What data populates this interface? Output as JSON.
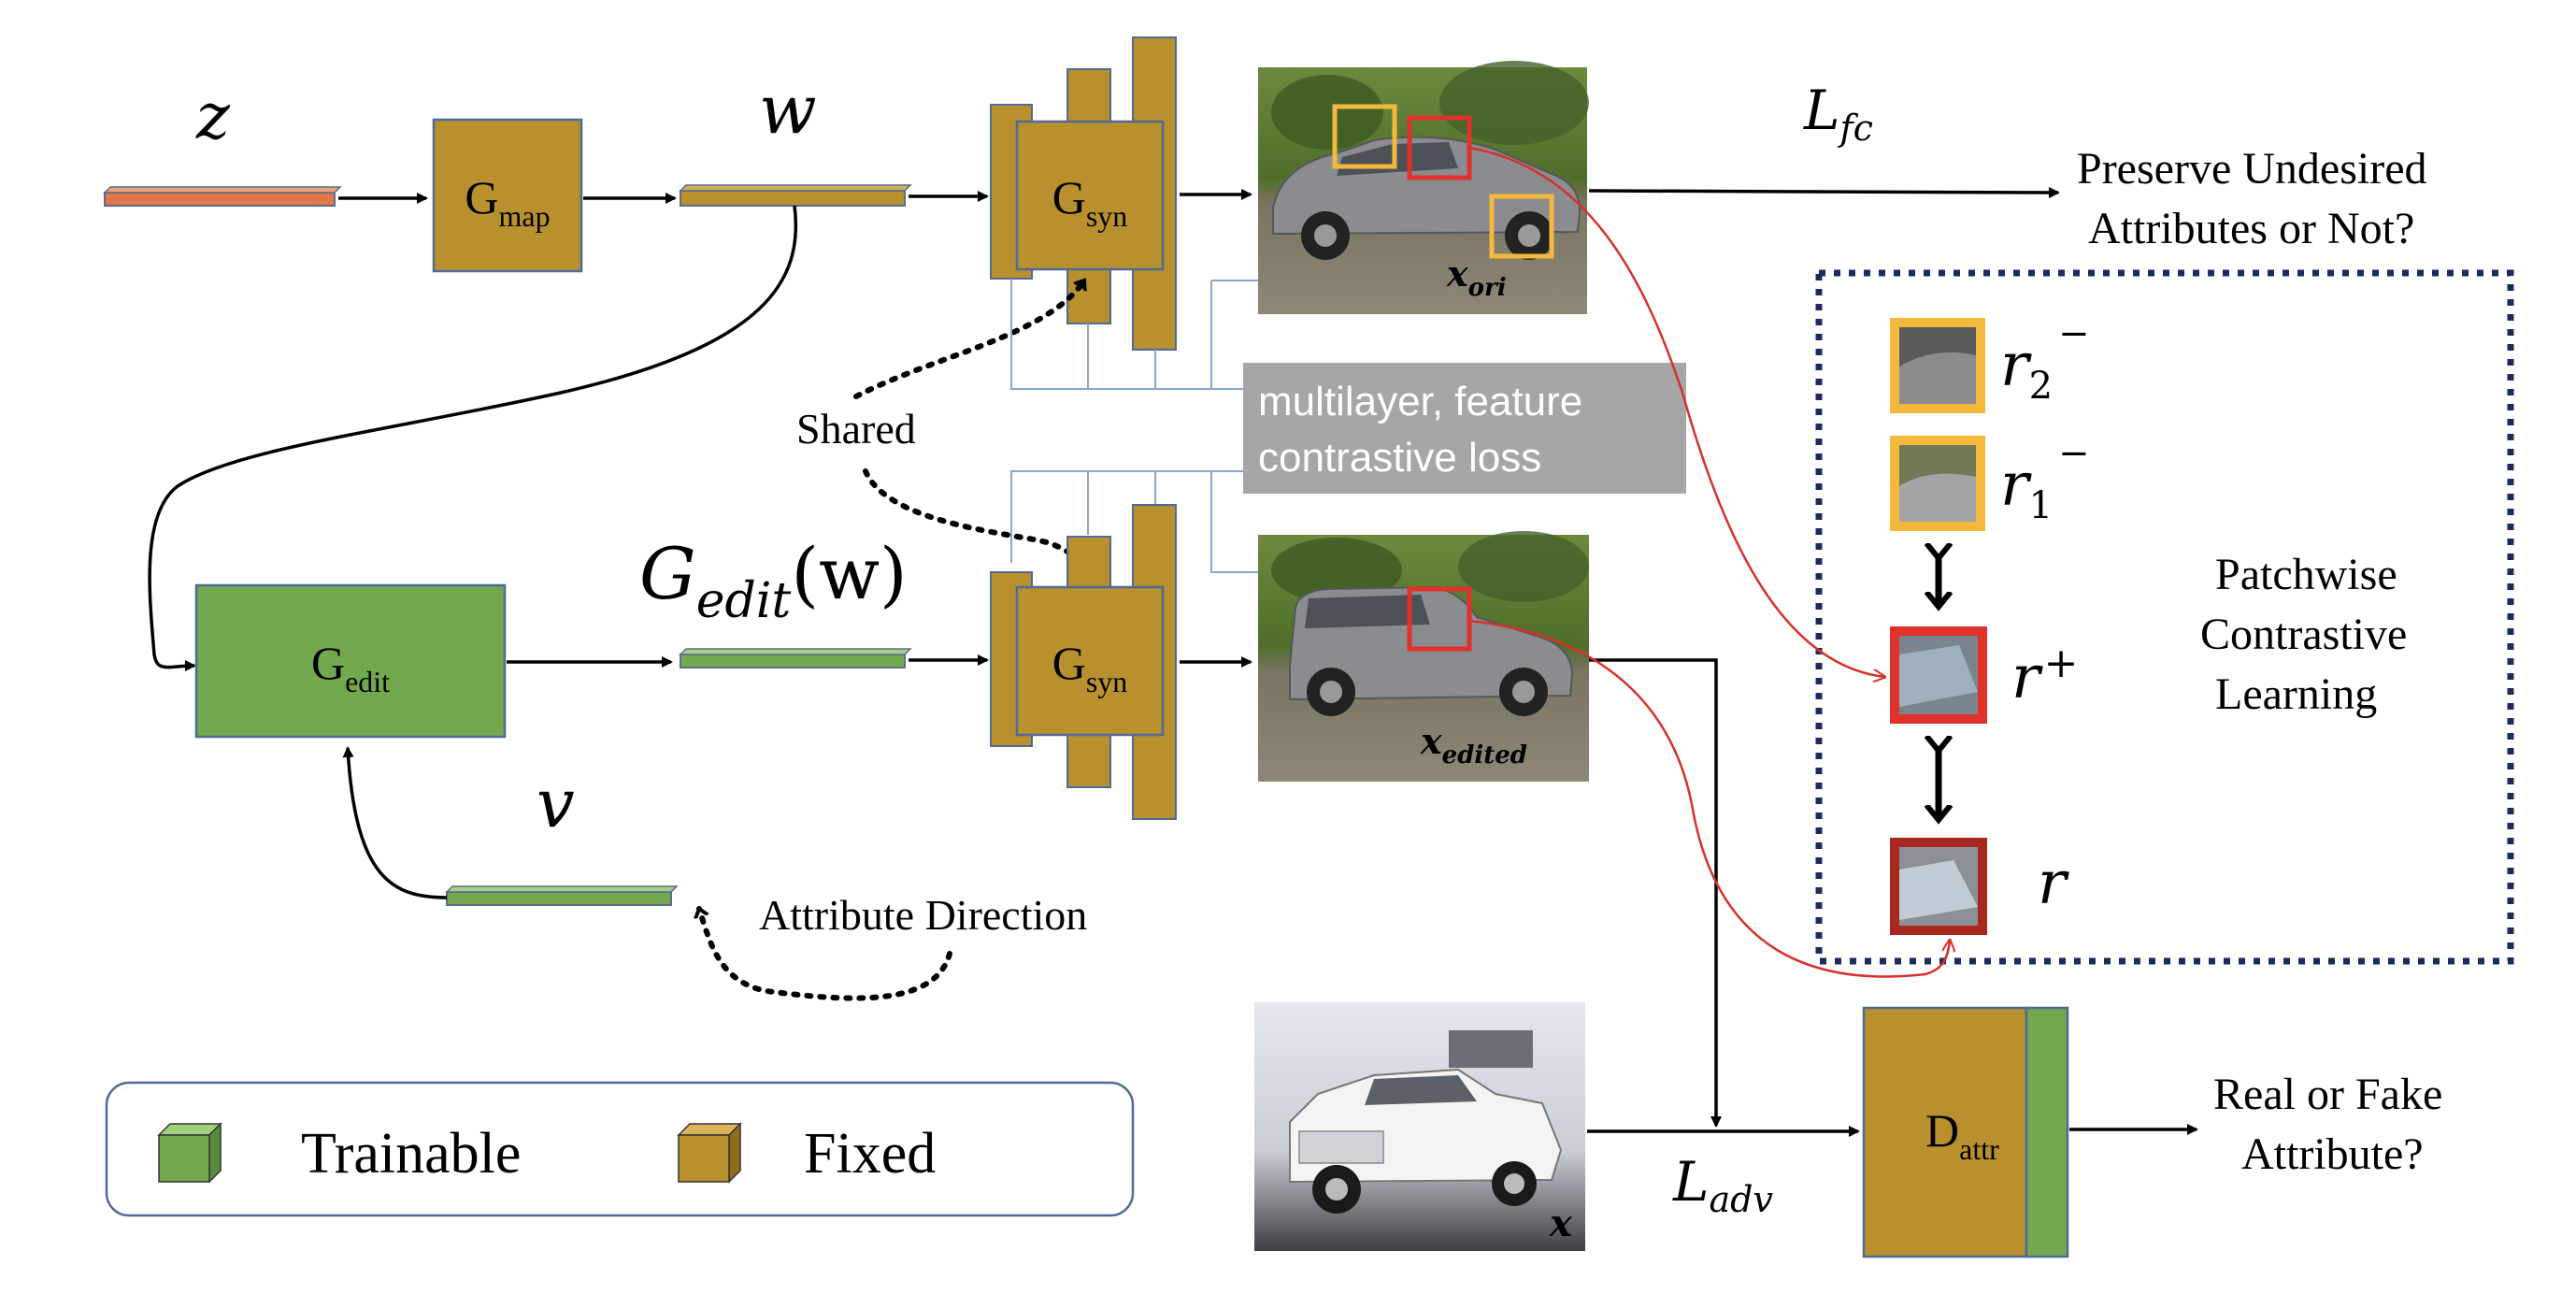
{
  "labels": {
    "z": "z",
    "w": "w",
    "g_map": "G",
    "g_map_sub": "map",
    "g_syn": "G",
    "g_syn_sub": "syn",
    "g_edit": "G",
    "g_edit_sub": "edit",
    "g_edit_w_main": "G",
    "g_edit_w_sub": "edit",
    "g_edit_w_arg": "(w)",
    "v": "v",
    "shared": "Shared",
    "attribute_direction": "Attribute Direction",
    "l_fc": "L",
    "l_fc_sub": "fc",
    "l_adv": "L",
    "l_adv_sub": "adv",
    "preserve_line1": "Preserve Undesired",
    "preserve_line2": "Attributes or Not?",
    "contrastive_line1": "multilayer, feature",
    "contrastive_line2": "contrastive loss",
    "x_ori_main": "x",
    "x_ori_sub": "ori",
    "x_edited_main": "x",
    "x_edited_sub": "edited",
    "x_real": "x",
    "d_attr": "D",
    "d_attr_sub": "attr",
    "real_fake_line1": "Real or Fake",
    "real_fake_line2": "Attribute?",
    "patch_line1": "Patchwise",
    "patch_line2": "Contrastive",
    "patch_line3": "Learning",
    "r2": "r",
    "r2_sub": "2",
    "r2_sup": "−",
    "r1": "r",
    "r1_sub": "1",
    "r1_sup": "−",
    "r_pos": "r",
    "r_pos_sup": "+",
    "r": "r"
  },
  "legend": {
    "trainable": "Trainable",
    "fixed": "Fixed"
  },
  "colors": {
    "fixed_block": "#B8902E",
    "trainable_block": "#72A94F",
    "z_bar": "#E2774A",
    "orange_box": "#F4B93A",
    "red_box": "#E0322A",
    "dark_red_box": "#A8281F",
    "navy_dots": "#1C2A5C",
    "gray_label": "#A6A6A6"
  }
}
